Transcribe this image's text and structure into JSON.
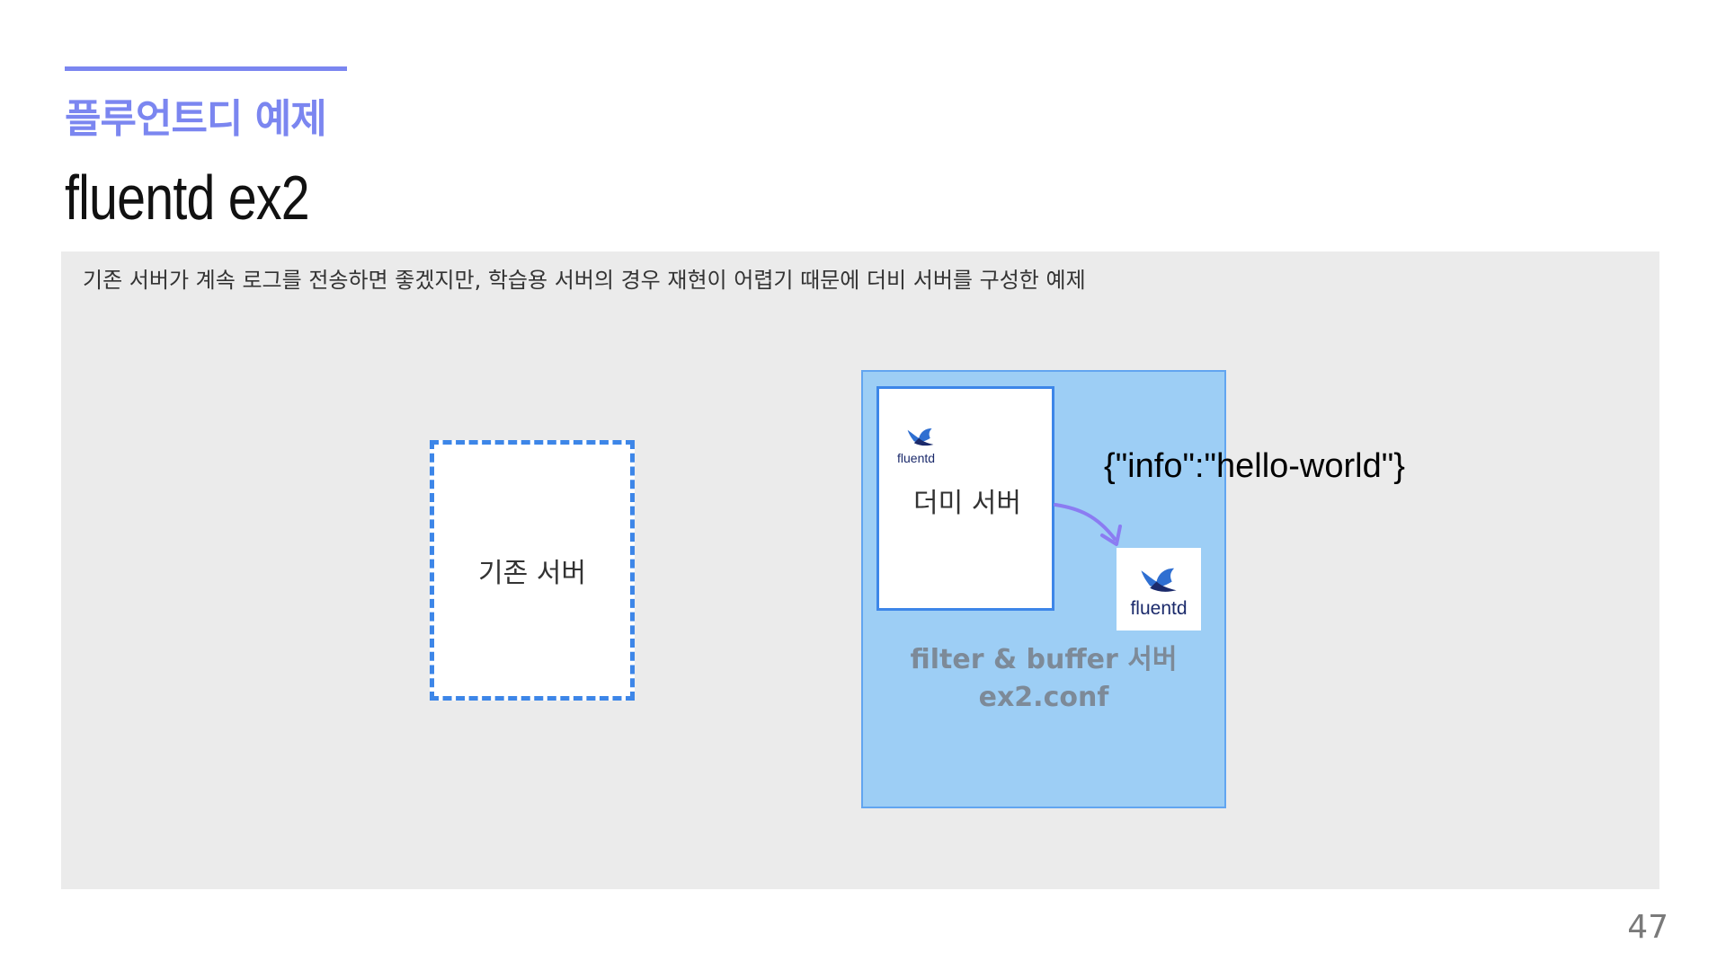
{
  "header": {
    "section_title": "플루언트디 예제",
    "slide_title": "fluentd ex2"
  },
  "content": {
    "description": "기존 서버가 계속 로그를 전송하면 좋겠지만, 학습용 서버의 경우 재현이 어렵기 때문에 더비 서버를 구성한 예제"
  },
  "diagram": {
    "existing_server_label": "기존 서버",
    "dummy_server_label": "더미 서버",
    "logo_text": "fluentd",
    "filter_server_line1": "filter & buffer 서버",
    "filter_server_line2": "ex2.conf",
    "json_message": "{\"info\":\"hello-world\"}",
    "arrow_icon": "curved-arrow-icon",
    "logo_icon": "fluentd-bird-icon"
  },
  "footer": {
    "page_number": "47"
  },
  "colors": {
    "accent": "#7b86f0",
    "panel": "#ebebeb",
    "server_border": "#3d86e8",
    "filter_fill": "#9dcef5",
    "arrow": "#8b7cf2"
  }
}
